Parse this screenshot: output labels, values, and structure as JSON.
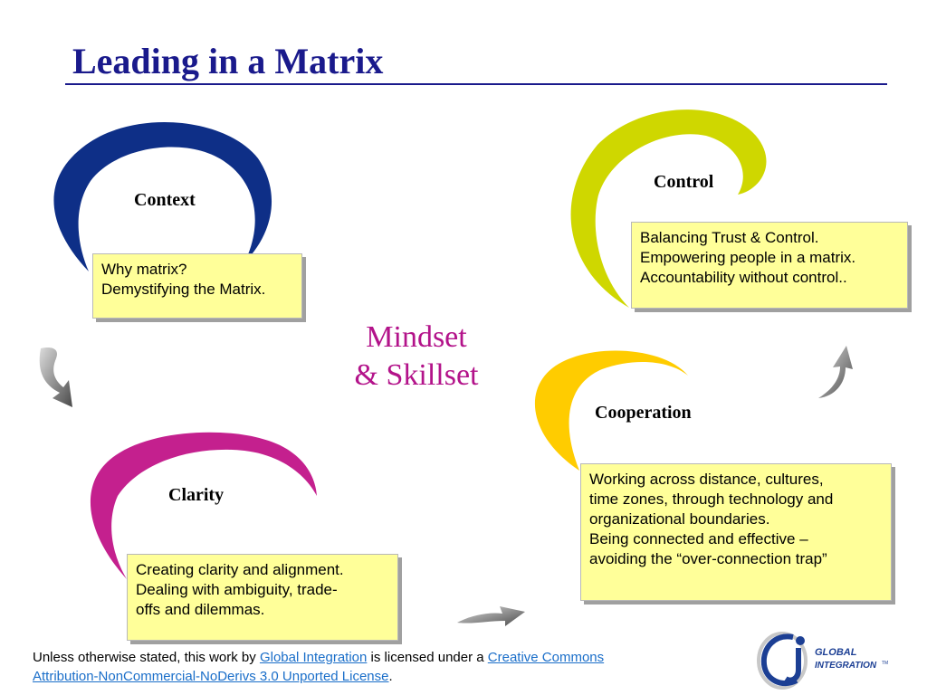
{
  "slide": {
    "title": "Leading in a Matrix",
    "center_title_line1": "Mindset",
    "center_title_line2": "& Skillset"
  },
  "quadrants": {
    "context": {
      "heading": "Context",
      "lines": [
        "Why matrix?",
        "Demystifying the Matrix."
      ],
      "color": "#0e2f87"
    },
    "control": {
      "heading": "Control",
      "lines": [
        "Balancing Trust & Control.",
        "Empowering people in a matrix.",
        "Accountability without control.."
      ],
      "color": "#cfd700"
    },
    "cooperation": {
      "heading": "Cooperation",
      "lines": [
        "Working across distance, cultures,",
        "time zones, through technology and",
        "organizational boundaries.",
        "Being connected and effective –",
        "avoiding the “over-connection trap”"
      ],
      "color": "#ffcc00"
    },
    "clarity": {
      "heading": "Clarity",
      "lines": [
        "Creating clarity and alignment.",
        "Dealing with ambiguity, trade-",
        "offs and dilemmas."
      ],
      "color": "#c4208e"
    }
  },
  "footer": {
    "prefix": "Unless otherwise stated, this work by ",
    "link1": "Global Integration",
    "middle": " is licensed under a ",
    "link2_part1": "Creative Commons",
    "link2_part2": "Attribution-NonCommercial-NoDerivs 3.0 Unported License",
    "suffix": "."
  },
  "logo": {
    "text_line1": "GLOBAL",
    "text_line2": "INTEGRATION",
    "trademark": "TM"
  }
}
